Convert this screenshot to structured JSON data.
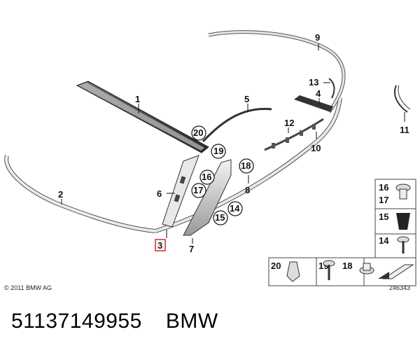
{
  "callouts": {
    "c1": "1",
    "c2": "2",
    "c3": "3",
    "c4": "4",
    "c5": "5",
    "c6": "6",
    "c7": "7",
    "c8": "8",
    "c9": "9",
    "c10": "10",
    "c11": "11",
    "c13": "13",
    "c14": "14",
    "c15": "15",
    "c16": "16",
    "c17": "17",
    "c18": "18",
    "c19": "19",
    "c20": "20"
  },
  "legend": {
    "k16": "16",
    "k17": "17",
    "k15": "15",
    "k14": "14",
    "k20": "20",
    "k19": "19",
    "k18": "18"
  },
  "copyright": "© 2011 BMW AG",
  "diagram_id": "246343",
  "part_number": "51137149955",
  "brand": "BMW",
  "colors": {
    "highlight": "#e0262b",
    "line": "#1a1a1a",
    "trim": "#cfcfcf"
  }
}
